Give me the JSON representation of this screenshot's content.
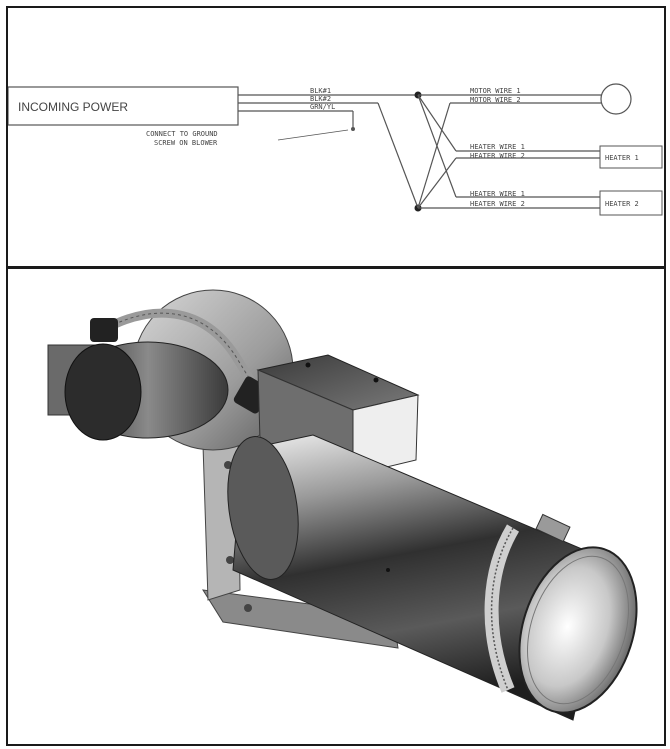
{
  "wiring": {
    "incoming_power": "INCOMING POWER",
    "wire_blk1": "BLK#1",
    "wire_blk2": "BLK#2",
    "wire_grn": "GRN/YL",
    "ground_note_line1": "CONNECT TO GROUND",
    "ground_note_line2": "SCREW ON BLOWER",
    "motor_wire_1": "MOTOR WIRE 1",
    "motor_wire_2": "MOTOR WIRE 2",
    "heater1_wire_1": "HEATER WIRE 1",
    "heater1_wire_2": "HEATER WIRE 2",
    "heater2_wire_1": "HEATER WIRE 1",
    "heater2_wire_2": "HEATER WIRE 2",
    "heater_1_label": "HEATER 1",
    "heater_2_label": "HEATER 2"
  },
  "colors": {
    "line": "#555555",
    "border": "#1a1a1a",
    "metal_dark": "#2b2b2b",
    "metal_light": "#d9d9d9"
  }
}
